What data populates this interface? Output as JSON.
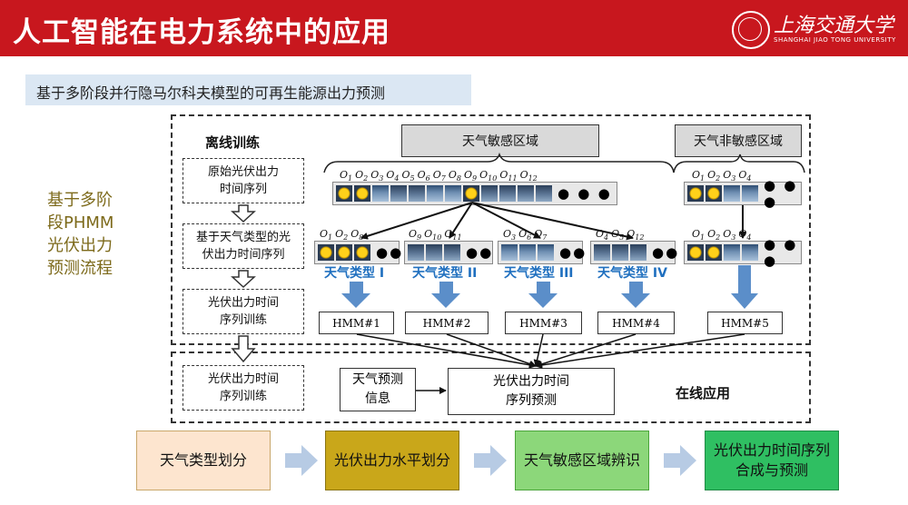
{
  "header": {
    "title": "人工智能在电力系统中的应用",
    "logo_cn": "上海交通大学",
    "logo_en": "SHANGHAI JIAO TONG UNIVERSITY"
  },
  "subtitle": "基于多阶段并行隐马尔科夫模型的可再生能源出力预测",
  "side_label": [
    "基于多阶",
    "段PHMM",
    "光伏出力",
    "预测流程"
  ],
  "offline": {
    "label": "离线训练",
    "steps": [
      [
        "原始光伏出力",
        "时间序列"
      ],
      [
        "基于天气类型的光",
        "伏出力时间序列"
      ],
      [
        "光伏出力时间",
        "序列训练"
      ]
    ],
    "sensitive_zone": "天气敏感区域",
    "nonsensitive_zone": "天气非敏感区域",
    "main_obs": [
      "O1",
      "O2",
      "O3",
      "O4",
      "O5",
      "O6",
      "O7",
      "O8",
      "O9",
      "O10",
      "O11",
      "O12"
    ],
    "side_obs": [
      "O1",
      "O2",
      "O3",
      "O4"
    ],
    "groups": [
      {
        "obs": [
          "O1",
          "O2",
          "O8"
        ],
        "type": "天气类型 I",
        "hmm": "HMM#1"
      },
      {
        "obs": [
          "O9",
          "O10",
          "O11"
        ],
        "type": "天气类型 II",
        "hmm": "HMM#2"
      },
      {
        "obs": [
          "O3",
          "O6",
          "O7"
        ],
        "type": "天气类型 III",
        "hmm": "HMM#3"
      },
      {
        "obs": [
          "O4",
          "O5",
          "O12"
        ],
        "type": "天气类型 IV",
        "hmm": "HMM#4"
      }
    ],
    "side_group": {
      "obs": [
        "O1",
        "O2",
        "O3",
        "O4"
      ],
      "hmm": "HMM#5"
    },
    "ellipsis": "● ● ●",
    "ellipsis_small": "●●"
  },
  "online": {
    "label": "在线应用",
    "step": [
      "光伏出力时间",
      "序列训练"
    ],
    "weather_info": [
      "天气预测",
      "信息"
    ],
    "forecast": [
      "光伏出力时间",
      "序列预测"
    ]
  },
  "pipeline": [
    {
      "text": [
        "天气类型划分"
      ],
      "color": "#fde5cf"
    },
    {
      "text": [
        "光伏出力水平划分"
      ],
      "color": "#c9a71a"
    },
    {
      "text": [
        "天气敏感区域辨识"
      ],
      "color": "#8cd77a"
    },
    {
      "text": [
        "光伏出力时间序列",
        "合成与预测"
      ],
      "color": "#2fbf62"
    }
  ],
  "colors": {
    "header": "#c8171e",
    "type_label": "#1f6fbf",
    "arrow_blue": "#5b8ec9",
    "pipe_arrow": "#b7cbe4"
  },
  "icons": {
    "sun": "sun-weather-icon",
    "cloud": "cloud-weather-icon",
    "rain": "rain-weather-icon"
  }
}
